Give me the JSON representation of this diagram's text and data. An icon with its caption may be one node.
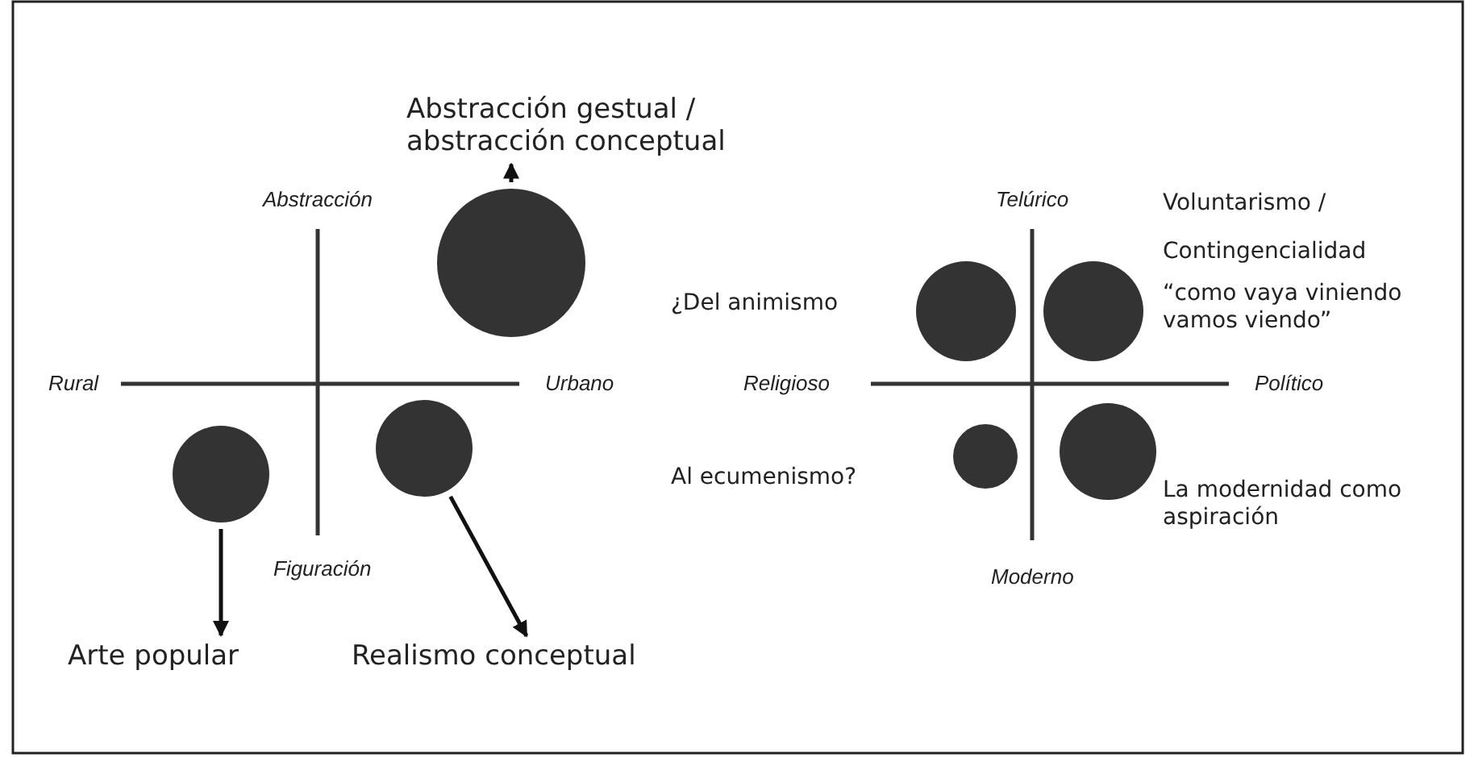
{
  "diagram": {
    "nodes": [
      {
        "text": [
          "Abstracción gestual / abstracción conceptual"
        ]
      },
      {
        "text": [],
        "shape": "circle"
      },
      {
        "text": [],
        "shape": "circle"
      },
      {
        "text": [],
        "shape": "circle"
      },
      {
        "text": [
          "Arte popular"
        ]
      },
      {
        "text": [
          "Realismo conceptual"
        ]
      },
      {
        "text": [],
        "shape": "circle"
      },
      {
        "text": [],
        "shape": "circle"
      },
      {
        "text": [],
        "shape": "circle"
      },
      {
        "text": [],
        "shape": "circle"
      }
    ],
    "edges": [
      {
        "from": 1,
        "to": 0,
        "arrow": "to"
      },
      {
        "from": 2,
        "to": 4,
        "arrow": "to"
      },
      {
        "from": 3,
        "to": 5,
        "arrow": "to"
      }
    ],
    "labels": [
      "Abstracción",
      "Rural",
      "Urbano",
      "Figuración",
      "Telúrico",
      "Voluntarismo /",
      "Contingencialidad",
      "¿Del animismo",
      "“como vaya viniendo vamos viendo”",
      "Religioso",
      "Político",
      "Al ecumenismo?",
      "La modernidad como aspiración",
      "Moderno"
    ]
  }
}
